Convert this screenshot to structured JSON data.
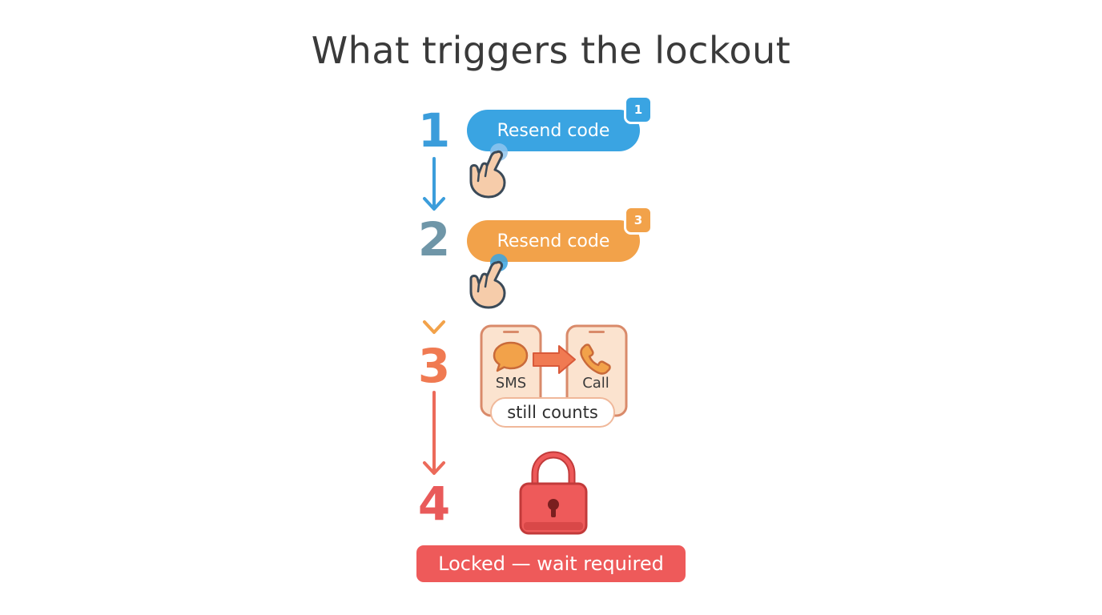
{
  "title": "What triggers the lockout",
  "steps": [
    {
      "number": "1",
      "button_label": "Resend code",
      "badge": "1",
      "color": "#3aa4e2"
    },
    {
      "number": "2",
      "button_label": "Resend code",
      "badge": "3",
      "color": "#f2a24a"
    },
    {
      "number": "3",
      "from_label": "SMS",
      "to_label": "Call",
      "note": "still counts",
      "color": "#f07a52"
    },
    {
      "number": "4",
      "status": "Locked — wait required",
      "color": "#ee5a5a"
    }
  ],
  "icons": {
    "hand": "pointing-hand-icon",
    "sms": "chat-bubble-icon",
    "call": "phone-icon",
    "switch": "right-arrow-icon",
    "lock": "padlock-icon"
  }
}
